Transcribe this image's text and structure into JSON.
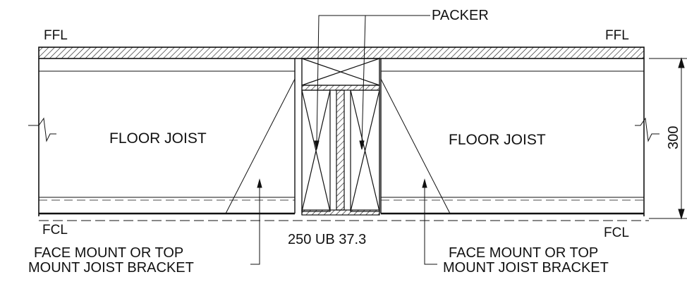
{
  "labels": {
    "packer": "PACKER",
    "ffl_left": "FFL",
    "ffl_right": "FFL",
    "fcl_left": "FCL",
    "fcl_right": "FCL",
    "floor_joist_left": "FLOOR JOIST",
    "floor_joist_right": "FLOOR JOIST",
    "dimension_300": "300",
    "beam_section": "250 UB 37.3",
    "bracket_left_line1": "FACE MOUNT OR TOP",
    "bracket_left_line2": "MOUNT JOIST BRACKET",
    "bracket_right_line1": "FACE MOUNT OR TOP",
    "bracket_right_line2": "MOUNT JOIST BRACKET"
  },
  "colors": {
    "ink": "#111111",
    "background": "#ffffff"
  }
}
